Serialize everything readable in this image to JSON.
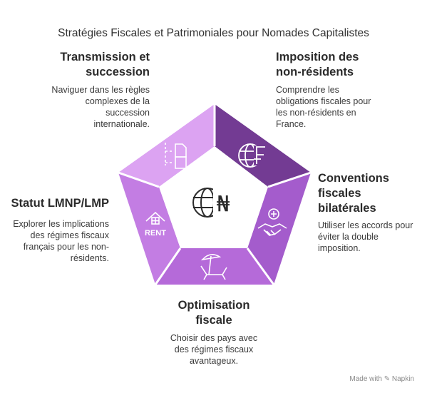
{
  "title": "Stratégies Fiscales et Patrimoniales pour Nomades Capitalistes",
  "sections": {
    "transmission": {
      "heading_line1": "Transmission et",
      "heading_line2": "succession",
      "desc_lines": [
        "Naviguer dans les règles",
        "complexes de la",
        "succession",
        "internationale."
      ],
      "color": "#dca3f2",
      "icon": "documents-icon"
    },
    "imposition": {
      "heading_line1": "Imposition des",
      "heading_line2": "non-résidents",
      "desc_lines": [
        "Comprendre les",
        "obligations fiscales pour",
        "les non-résidents en",
        "France."
      ],
      "color": "#733b93",
      "icon": "globe-franc-icon"
    },
    "conventions": {
      "heading_line1": "Conventions",
      "heading_line2": "fiscales",
      "heading_line3": "bilatérales",
      "desc_lines": [
        "Utiliser les accords pour",
        "éviter la double",
        "imposition."
      ],
      "color": "#a45ccc",
      "icon": "handshake-icon"
    },
    "optimisation": {
      "heading_line1": "Optimisation",
      "heading_line2": "fiscale",
      "desc_lines": [
        "Choisir des pays avec",
        "des régimes fiscaux",
        "avantageux."
      ],
      "color": "#b56ad9",
      "icon": "beach-chair-icon"
    },
    "statut": {
      "heading_line1": "Statut LMNP/LMP",
      "desc_lines": [
        "Explorer les implications",
        "des régimes fiscaux",
        "français pour les non-",
        "résidents."
      ],
      "color": "#c37de3",
      "icon": "house-rent-icon",
      "icon_text": "RENT"
    }
  },
  "center_icon": "globe-naira-icon",
  "center_symbol": "₦",
  "footer": "Made with ✎ Napkin"
}
